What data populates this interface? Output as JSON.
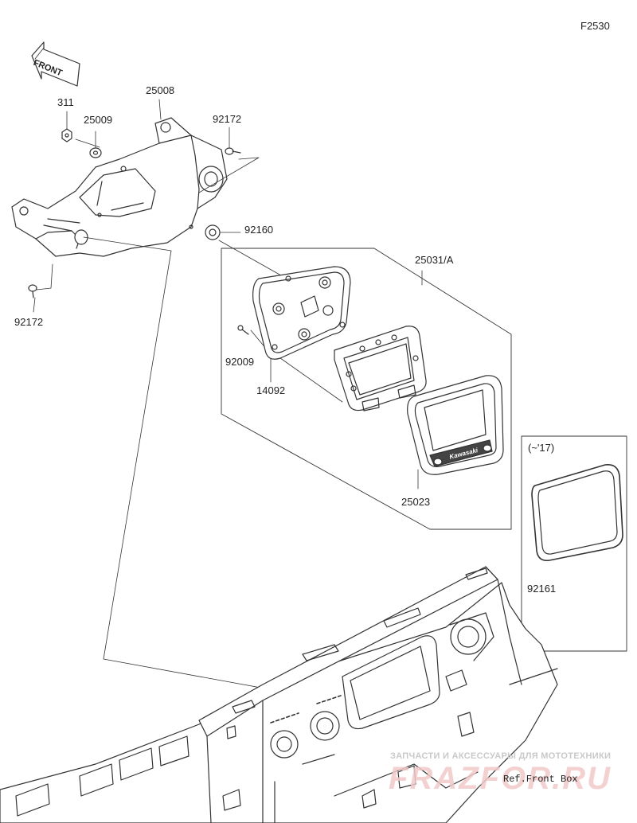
{
  "figure_id": "F2530",
  "front_marker": "FRONT",
  "part_labels": {
    "p311": "311",
    "p25009": "25009",
    "p25008": "25008",
    "p92172_top": "92172",
    "p92172_left": "92172",
    "p92160": "92160",
    "p25031": "25031/A",
    "p92009": "92009",
    "p14092": "14092",
    "p25023": "25023",
    "p92161": "92161"
  },
  "inset_note": "(~'17)",
  "meter_brand": "Kawasaki",
  "reference_note": "Ref.Front Box",
  "watermark": {
    "line1": "ЗАПЧАСТИ И АКСЕССУАРЫ ДЛЯ МОТОТЕХНИКИ",
    "line2": "FRAZFOR.RU"
  },
  "colors": {
    "line": "#333333",
    "watermark_red": "#e05a5a",
    "watermark_grey": "#c9c9c9"
  }
}
